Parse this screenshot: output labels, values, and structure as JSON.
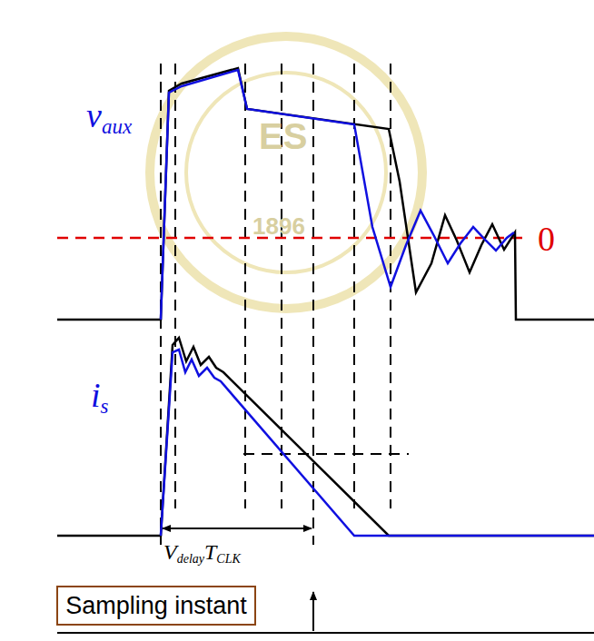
{
  "diagram": {
    "nodes": [
      {
        "text": [
          "Sampling instant"
        ]
      }
    ],
    "labels": [
      "v",
      "aux",
      "0",
      "i",
      "s",
      "V",
      "delay",
      "T",
      "CLK",
      "ES",
      "1896"
    ]
  }
}
